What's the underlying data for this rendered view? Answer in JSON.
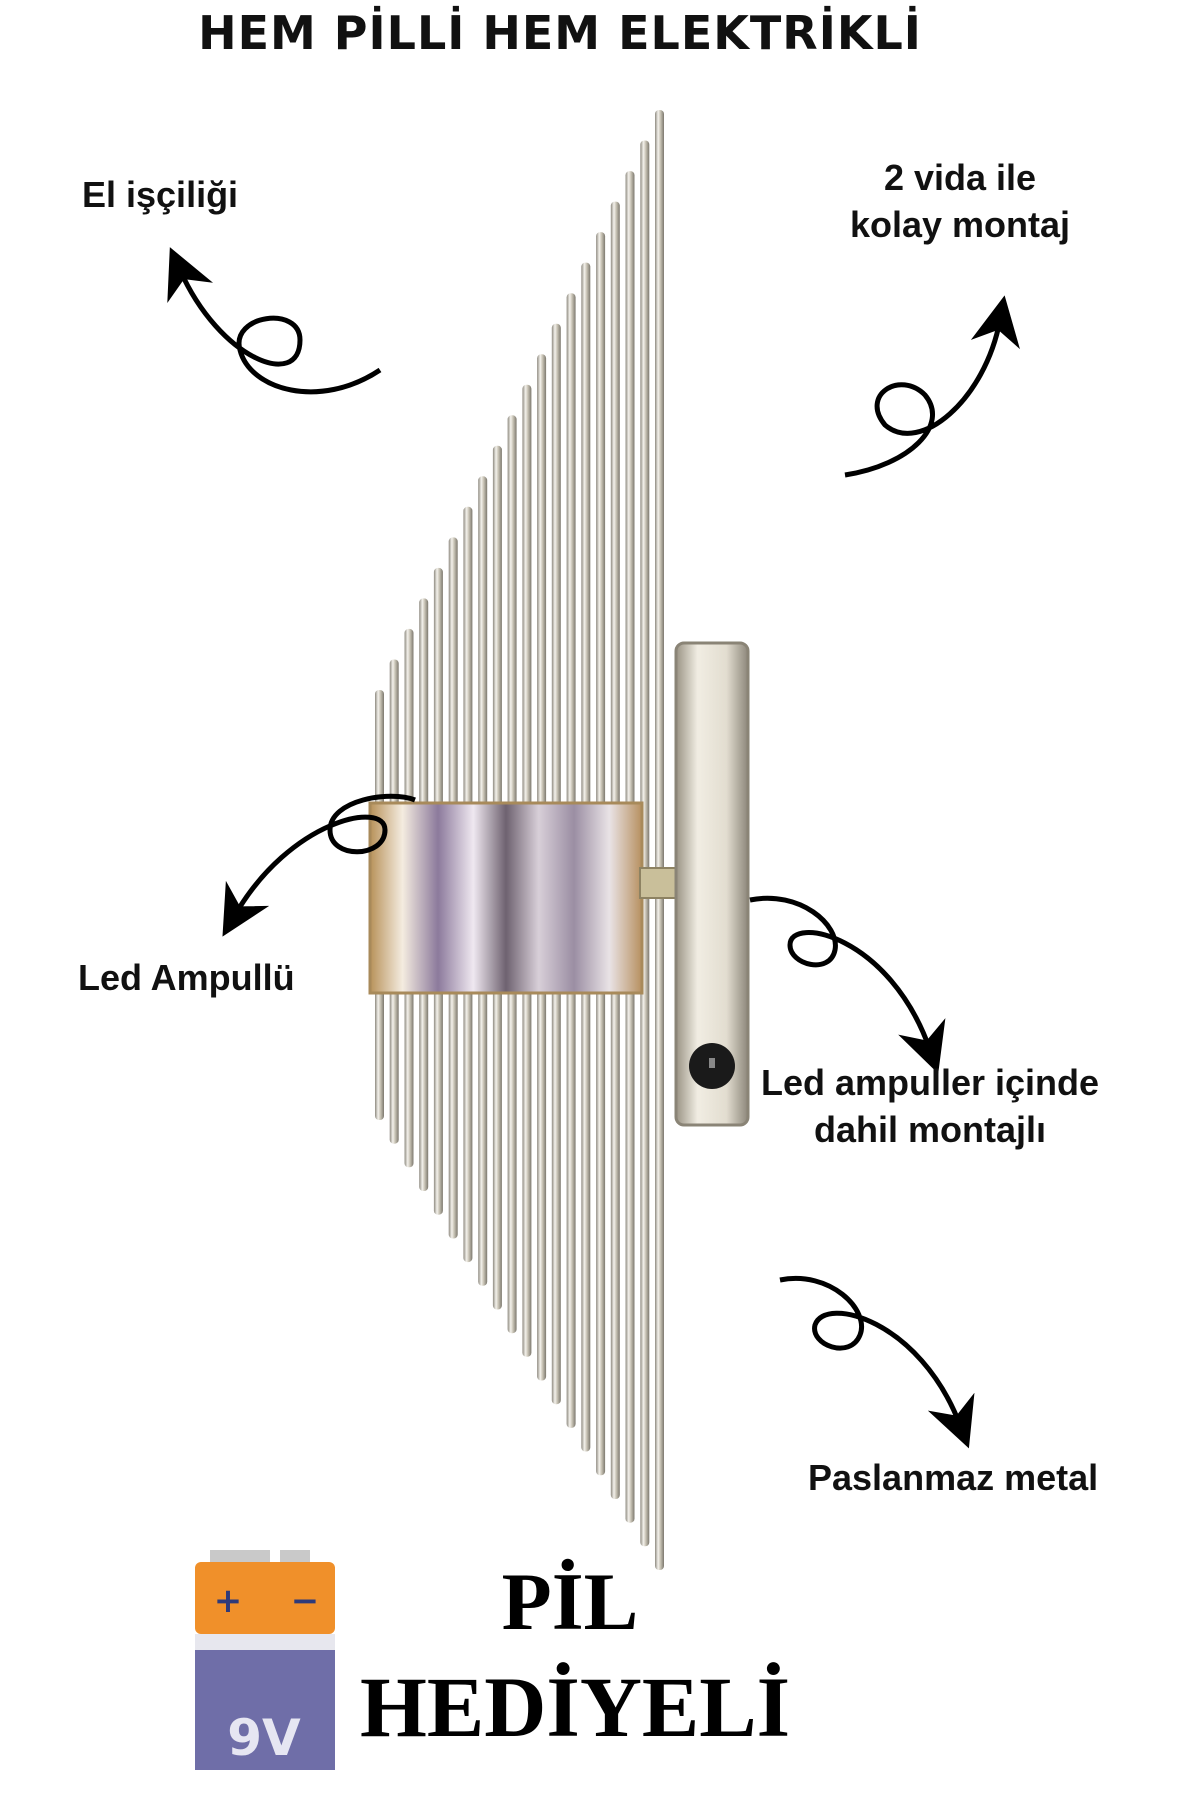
{
  "headline": "HEM PİLLİ HEM ELEKTRİKLİ",
  "callouts": {
    "handmade": "El işçiliği",
    "mounting": [
      "2 vida ile",
      "kolay montaj"
    ],
    "led_bulb": "Led Ampullü",
    "bulbs_included": [
      "Led ampuller içinde",
      "dahil montajlı"
    ],
    "stainless": "Paslanmaz metal"
  },
  "gift": {
    "line1": "PİL",
    "line2": "HEDİYELİ"
  },
  "battery": {
    "plus": "+",
    "minus": "−",
    "voltage": "9V",
    "colors": {
      "top": "#f0902a",
      "bottom": "#6f6ea8"
    }
  },
  "product": {
    "finish_color": "#c8c2b4",
    "switch_icon": "rocker-switch-icon"
  }
}
